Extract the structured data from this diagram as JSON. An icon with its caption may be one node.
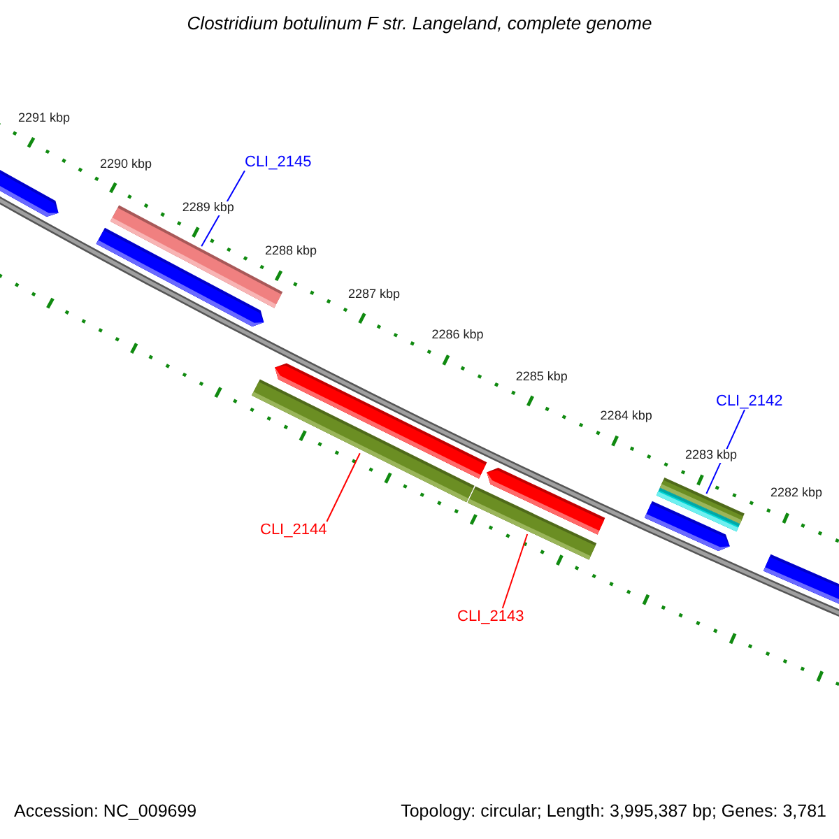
{
  "diagram": {
    "title": "Clostridium botulinum F str. Langeland, complete genome",
    "nodes": [
      {
        "text": [
          "CLI_2145"
        ]
      },
      {
        "text": [],
        "shape": "bar"
      },
      {
        "text": [
          "CLI_2142"
        ]
      },
      {
        "text": [],
        "shape": "bar"
      },
      {
        "text": [
          "CLI_2144"
        ]
      },
      {
        "text": [],
        "shape": "bar"
      },
      {
        "text": [
          "CLI_2143"
        ]
      },
      {
        "text": [],
        "shape": "bar"
      },
      {
        "text": [],
        "shape": "arrow"
      },
      {
        "text": [],
        "shape": "arrow"
      },
      {
        "text": [],
        "shape": "arrow"
      },
      {
        "text": [],
        "shape": "arrow"
      },
      {
        "text": [],
        "shape": "bar"
      },
      {
        "text": [],
        "shape": "arrow"
      },
      {
        "text": [],
        "shape": "arrow"
      }
    ],
    "edges": [
      {
        "from": 0,
        "to": 1,
        "arrow": "none",
        "color": "#0000ff"
      },
      {
        "from": 2,
        "to": 3,
        "arrow": "none",
        "color": "#0000ff"
      },
      {
        "from": 4,
        "to": 5,
        "arrow": "none",
        "color": "#ff0000"
      },
      {
        "from": 6,
        "to": 7,
        "arrow": "none",
        "color": "#ff0000"
      }
    ],
    "labels": [
      "2291 kbp",
      "2290 kbp",
      "2289 kbp",
      "2288 kbp",
      "2287 kbp",
      "2286 kbp",
      "2285 kbp",
      "2284 kbp",
      "2283 kbp",
      "2282 kbp",
      "Accession: NC_009699",
      "Topology: circular; Length: 3,995,387 bp; Genes: 3,781"
    ]
  }
}
